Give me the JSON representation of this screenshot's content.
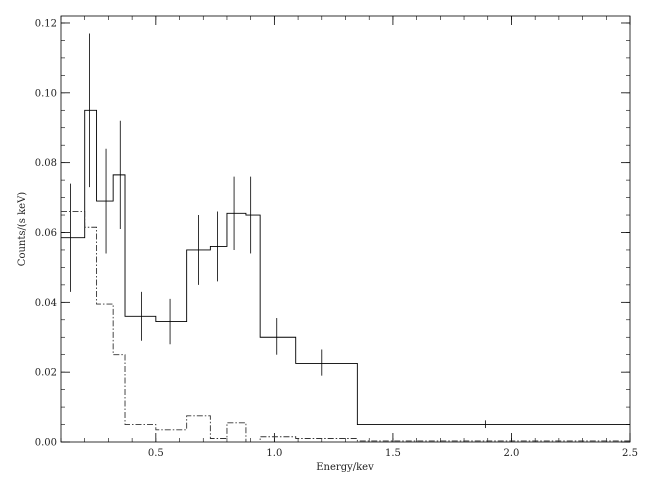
{
  "chart_data": {
    "type": "line",
    "title": "",
    "xlabel": "Energy/kev",
    "ylabel": "Counts/(s keV)",
    "xlim": [
      0.1,
      2.5
    ],
    "ylim": [
      0.0,
      0.122
    ],
    "x_ticks": [
      {
        "value": 0.5,
        "label": "0.5"
      },
      {
        "value": 1.0,
        "label": "1.0"
      },
      {
        "value": 1.5,
        "label": "1.5"
      },
      {
        "value": 2.0,
        "label": "2.0"
      },
      {
        "value": 2.5,
        "label": "2.5"
      }
    ],
    "y_ticks": [
      {
        "value": 0.0,
        "label": "0.00"
      },
      {
        "value": 0.02,
        "label": "0.02"
      },
      {
        "value": 0.04,
        "label": "0.04"
      },
      {
        "value": 0.06,
        "label": "0.06"
      },
      {
        "value": 0.08,
        "label": "0.08"
      },
      {
        "value": 0.1,
        "label": "0.10"
      },
      {
        "value": 0.12,
        "label": "0.12"
      }
    ],
    "grid": false,
    "series": [
      {
        "style": "solid-step",
        "color": "#000000",
        "bins": [
          {
            "x0": 0.1,
            "x1": 0.2,
            "y": 0.0585,
            "ylo": 0.043,
            "yhi": 0.074,
            "xc": 0.14
          },
          {
            "x0": 0.2,
            "x1": 0.25,
            "y": 0.095,
            "ylo": 0.073,
            "yhi": 0.117,
            "xc": 0.22
          },
          {
            "x0": 0.25,
            "x1": 0.32,
            "y": 0.069,
            "ylo": 0.054,
            "yhi": 0.084,
            "xc": 0.29
          },
          {
            "x0": 0.32,
            "x1": 0.37,
            "y": 0.0765,
            "ylo": 0.061,
            "yhi": 0.092,
            "xc": 0.35
          },
          {
            "x0": 0.37,
            "x1": 0.5,
            "y": 0.036,
            "ylo": 0.029,
            "yhi": 0.043,
            "xc": 0.44
          },
          {
            "x0": 0.5,
            "x1": 0.63,
            "y": 0.0345,
            "ylo": 0.028,
            "yhi": 0.041,
            "xc": 0.56
          },
          {
            "x0": 0.63,
            "x1": 0.73,
            "y": 0.055,
            "ylo": 0.045,
            "yhi": 0.065,
            "xc": 0.68
          },
          {
            "x0": 0.73,
            "x1": 0.8,
            "y": 0.056,
            "ylo": 0.046,
            "yhi": 0.066,
            "xc": 0.76
          },
          {
            "x0": 0.8,
            "x1": 0.88,
            "y": 0.0655,
            "ylo": 0.055,
            "yhi": 0.076,
            "xc": 0.83
          },
          {
            "x0": 0.88,
            "x1": 0.94,
            "y": 0.065,
            "ylo": 0.054,
            "yhi": 0.076,
            "xc": 0.9
          },
          {
            "x0": 0.94,
            "x1": 1.09,
            "y": 0.03,
            "ylo": 0.025,
            "yhi": 0.0355,
            "xc": 1.01
          },
          {
            "x0": 1.09,
            "x1": 1.35,
            "y": 0.0225,
            "ylo": 0.019,
            "yhi": 0.0265,
            "xc": 1.2
          },
          {
            "x0": 1.35,
            "x1": 2.5,
            "y": 0.005,
            "ylo": 0.004,
            "yhi": 0.0062,
            "xc": 1.89
          }
        ]
      },
      {
        "style": "dash-dot-step",
        "color": "#333333",
        "bins": [
          {
            "x0": 0.1,
            "x1": 0.2,
            "y": 0.066
          },
          {
            "x0": 0.2,
            "x1": 0.25,
            "y": 0.0615
          },
          {
            "x0": 0.25,
            "x1": 0.32,
            "y": 0.0395
          },
          {
            "x0": 0.32,
            "x1": 0.37,
            "y": 0.025
          },
          {
            "x0": 0.37,
            "x1": 0.5,
            "y": 0.005
          },
          {
            "x0": 0.5,
            "x1": 0.63,
            "y": 0.0035
          },
          {
            "x0": 0.63,
            "x1": 0.73,
            "y": 0.0075
          },
          {
            "x0": 0.73,
            "x1": 0.8,
            "y": 0.001
          },
          {
            "x0": 0.8,
            "x1": 0.88,
            "y": 0.0055
          },
          {
            "x0": 0.88,
            "x1": 0.94,
            "y": 0.0
          },
          {
            "x0": 0.94,
            "x1": 1.09,
            "y": 0.0015
          },
          {
            "x0": 1.09,
            "x1": 1.35,
            "y": 0.001
          },
          {
            "x0": 1.35,
            "x1": 2.5,
            "y": 0.0003
          }
        ]
      }
    ]
  }
}
